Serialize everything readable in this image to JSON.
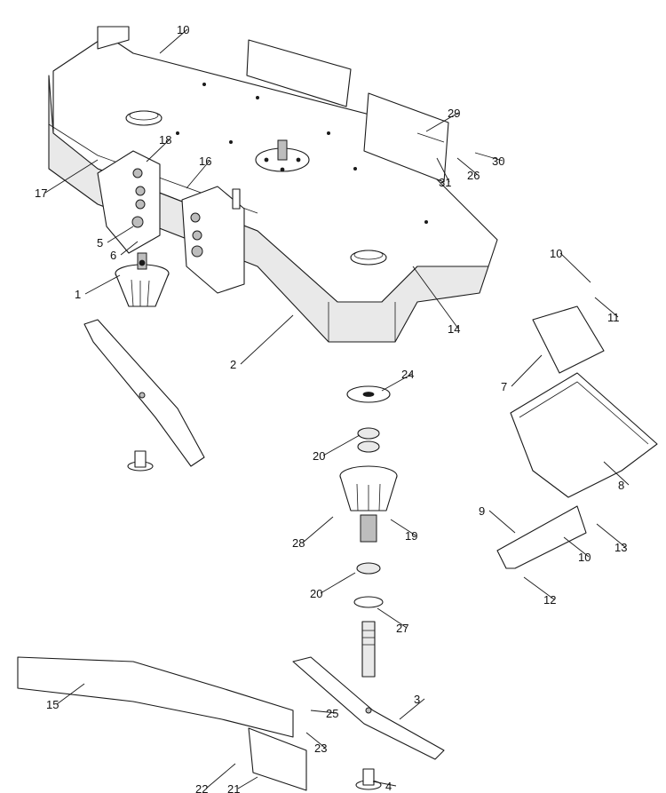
{
  "callouts": [
    {
      "id": "c10a",
      "text": "10"
    },
    {
      "id": "c18",
      "text": "18"
    },
    {
      "id": "c16",
      "text": "16"
    },
    {
      "id": "c17",
      "text": "17"
    },
    {
      "id": "c5",
      "text": "5"
    },
    {
      "id": "c6",
      "text": "6"
    },
    {
      "id": "c1",
      "text": "1"
    },
    {
      "id": "c2",
      "text": "2"
    },
    {
      "id": "c29",
      "text": "29"
    },
    {
      "id": "c30",
      "text": "30"
    },
    {
      "id": "c26",
      "text": "26"
    },
    {
      "id": "c31",
      "text": "31"
    },
    {
      "id": "c14",
      "text": "14"
    },
    {
      "id": "c10b",
      "text": "10"
    },
    {
      "id": "c11",
      "text": "11"
    },
    {
      "id": "c7",
      "text": "7"
    },
    {
      "id": "c24",
      "text": "24"
    },
    {
      "id": "c20a",
      "text": "20"
    },
    {
      "id": "c8",
      "text": "8"
    },
    {
      "id": "c9",
      "text": "9"
    },
    {
      "id": "c13",
      "text": "13"
    },
    {
      "id": "c10c",
      "text": "10"
    },
    {
      "id": "c12",
      "text": "12"
    },
    {
      "id": "c19",
      "text": "19"
    },
    {
      "id": "c28",
      "text": "28"
    },
    {
      "id": "c20b",
      "text": "20"
    },
    {
      "id": "c27",
      "text": "27"
    },
    {
      "id": "c15",
      "text": "15"
    },
    {
      "id": "c3",
      "text": "3"
    },
    {
      "id": "c25",
      "text": "25"
    },
    {
      "id": "c23",
      "text": "23"
    },
    {
      "id": "c22",
      "text": "22"
    },
    {
      "id": "c21",
      "text": "21"
    },
    {
      "id": "c4",
      "text": "4"
    }
  ]
}
